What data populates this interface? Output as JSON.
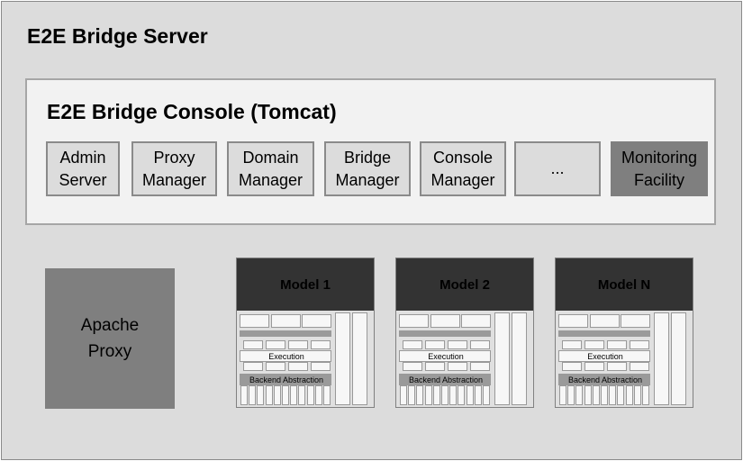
{
  "server": {
    "title": "E2E Bridge Server"
  },
  "console": {
    "title": "E2E Bridge Console (Tomcat)",
    "modules": [
      {
        "label": "Admin\nServer",
        "highlight": false
      },
      {
        "label": "Proxy\nManager",
        "highlight": false
      },
      {
        "label": "Domain\nManager",
        "highlight": false
      },
      {
        "label": "Bridge\nManager",
        "highlight": false
      },
      {
        "label": "Console\nManager",
        "highlight": false
      },
      {
        "label": "...",
        "highlight": false
      },
      {
        "label": "Monitoring\nFacility",
        "highlight": true
      }
    ]
  },
  "apache": {
    "label": "Apache\nProxy"
  },
  "models": [
    {
      "name": "Model 1",
      "execution_label": "Execution",
      "backend_label": "Backend Abstraction"
    },
    {
      "name": "Model 2",
      "execution_label": "Execution",
      "backend_label": "Backend Abstraction"
    },
    {
      "name": "Model N",
      "execution_label": "Execution",
      "backend_label": "Backend Abstraction"
    }
  ],
  "colors": {
    "background": "#dcdcdc",
    "console": "#f2f2f2",
    "highlight": "#7f7f7f",
    "model_header": "#333333"
  }
}
